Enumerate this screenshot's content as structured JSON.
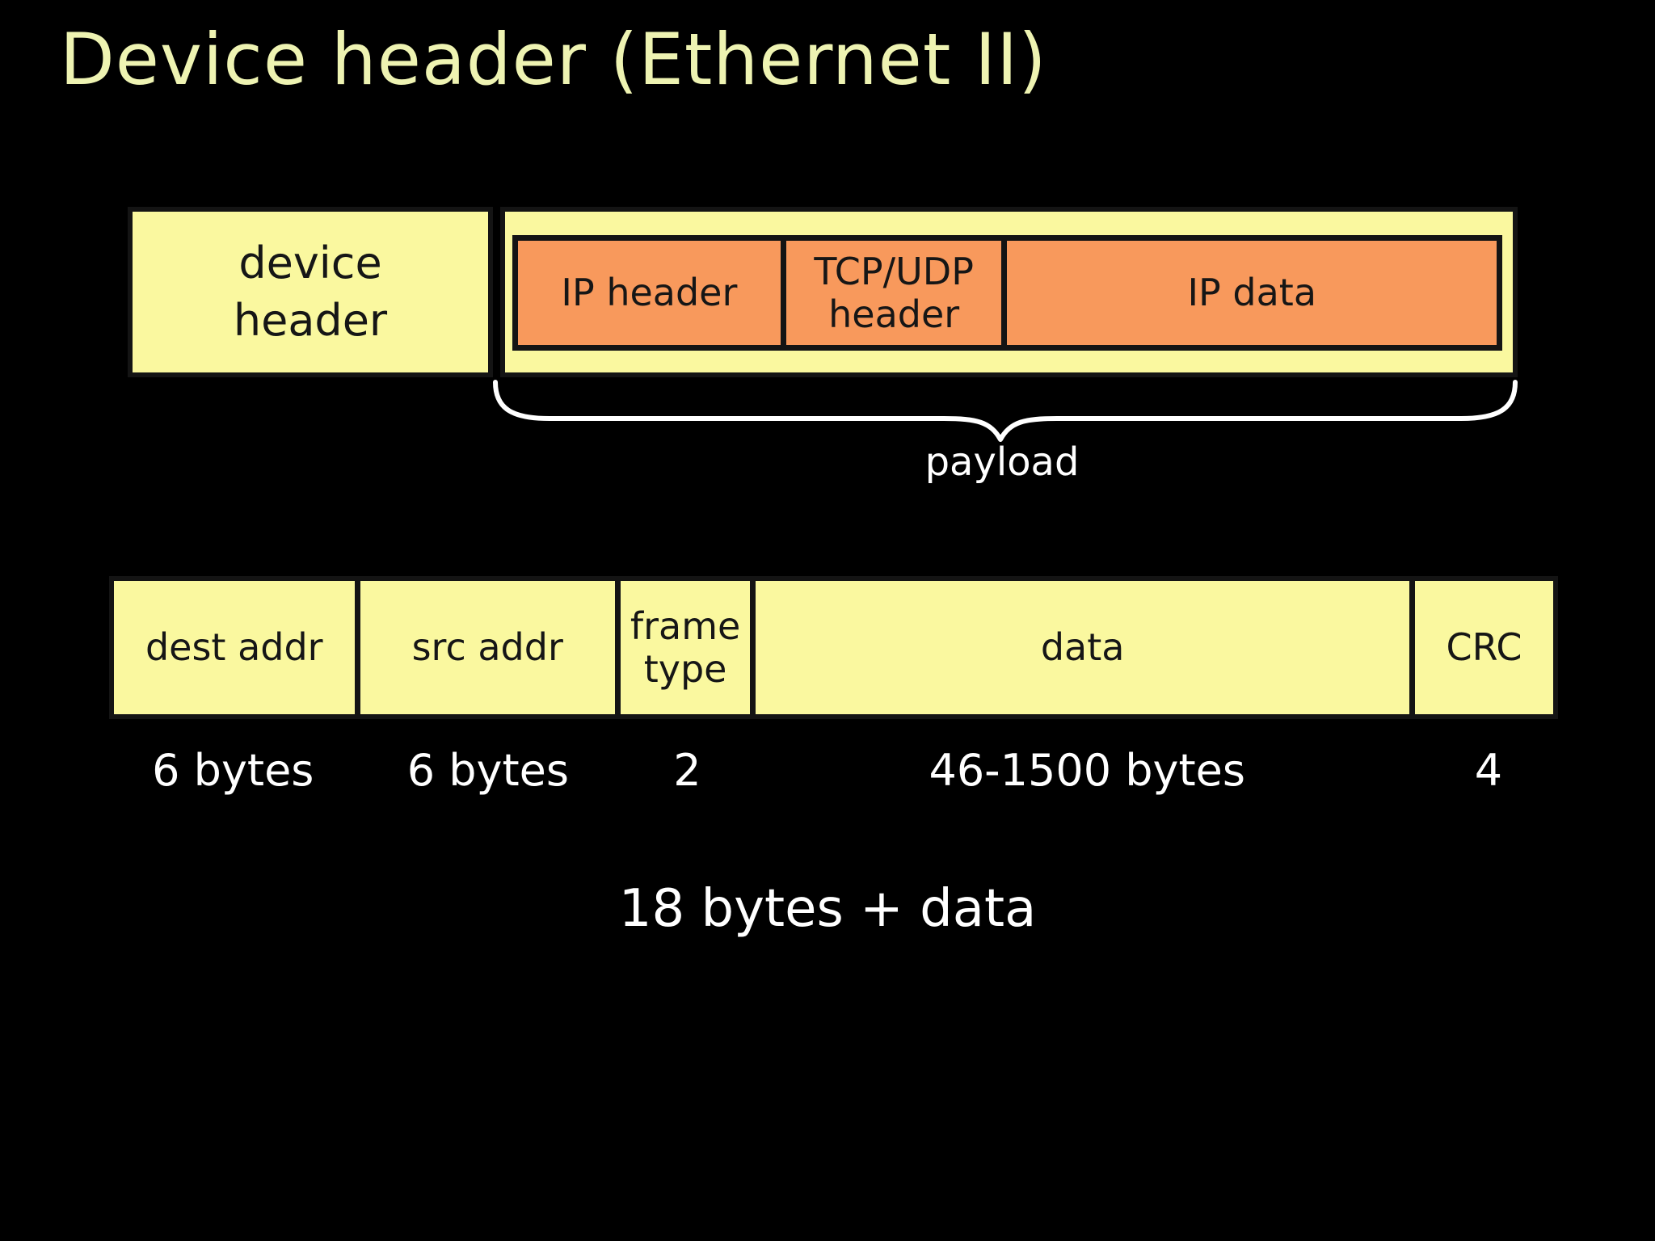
{
  "title": "Device header (Ethernet II)",
  "colors": {
    "background": "#000000",
    "title_text": "#eef3b2",
    "box_fill": "#faf89f",
    "payload_fill": "#f8995c",
    "outline": "#141414",
    "annotation_text": "#ffffff",
    "label_text": "#161616"
  },
  "top_diagram": {
    "device_header_label": "device header",
    "payload_cells": [
      {
        "label": "IP header"
      },
      {
        "label": "TCP/UDP header"
      },
      {
        "label": "IP data"
      }
    ],
    "brace_label": "payload"
  },
  "frame_diagram": {
    "cells": [
      {
        "label": "dest addr",
        "size": "6 bytes"
      },
      {
        "label": "src addr",
        "size": "6 bytes"
      },
      {
        "label": "frame type",
        "size": "2"
      },
      {
        "label": "data",
        "size": "46-1500 bytes"
      },
      {
        "label": "CRC",
        "size": "4"
      }
    ],
    "total_label": "18 bytes + data"
  }
}
